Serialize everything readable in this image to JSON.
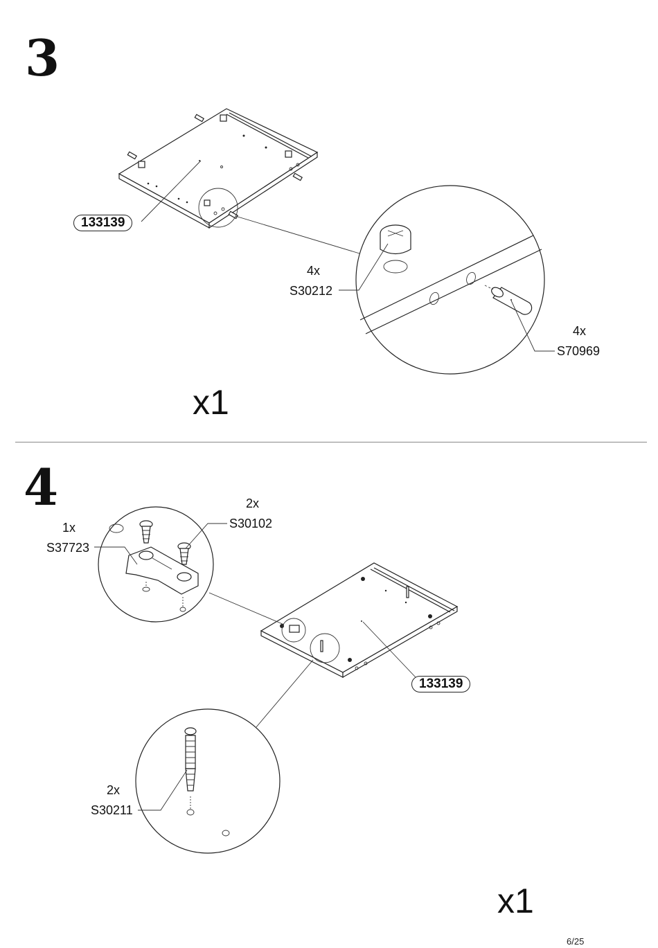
{
  "step3": {
    "number": "3",
    "panel_code": "133139",
    "parts": [
      {
        "count": "4x",
        "code": "S30212"
      },
      {
        "count": "4x",
        "code": "S70969"
      }
    ],
    "quantity": "x1"
  },
  "step4": {
    "number": "4",
    "panel_code": "133139",
    "parts": [
      {
        "count": "2x",
        "code": "S30102"
      },
      {
        "count": "1x",
        "code": "S37723"
      },
      {
        "count": "2x",
        "code": "S30211"
      }
    ],
    "quantity": "x1"
  },
  "page_number": "6/25"
}
